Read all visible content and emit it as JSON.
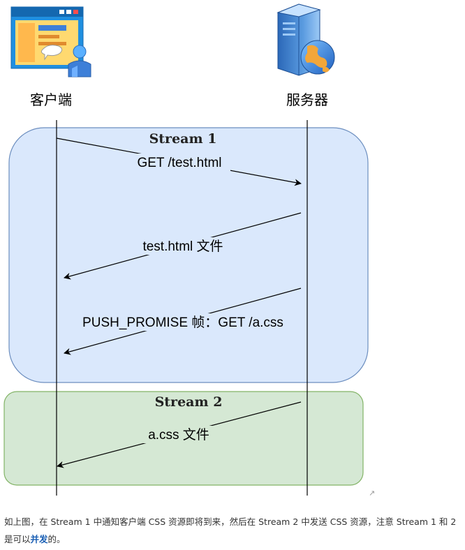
{
  "actors": {
    "client": {
      "label": "客户端",
      "icon": "browser-client-icon"
    },
    "server": {
      "label": "服务器",
      "icon": "server-globe-icon"
    }
  },
  "streams": [
    {
      "title": "Stream 1",
      "fill": "#dae8fc",
      "stroke": "#6c8ebf"
    },
    {
      "title": "Stream 2",
      "fill": "#d5e8d4",
      "stroke": "#82b366"
    }
  ],
  "messages": [
    {
      "text": "GET /test.html",
      "direction": "client-to-server"
    },
    {
      "text": "test.html 文件",
      "direction": "server-to-client"
    },
    {
      "text": "PUSH_PROMISE 帧：GET /a.css",
      "direction": "server-to-client"
    },
    {
      "text": "a.css 文件",
      "direction": "server-to-client"
    }
  ],
  "caption": {
    "before": "如上图，在 Stream 1 中通知客户端 CSS 资源即将到来，然后在 Stream 2 中发送 CSS 资源，注意 Stream 1 和 2 是可以",
    "bold": "并发",
    "after": "的。"
  },
  "external_link_icon": "external-link-icon"
}
